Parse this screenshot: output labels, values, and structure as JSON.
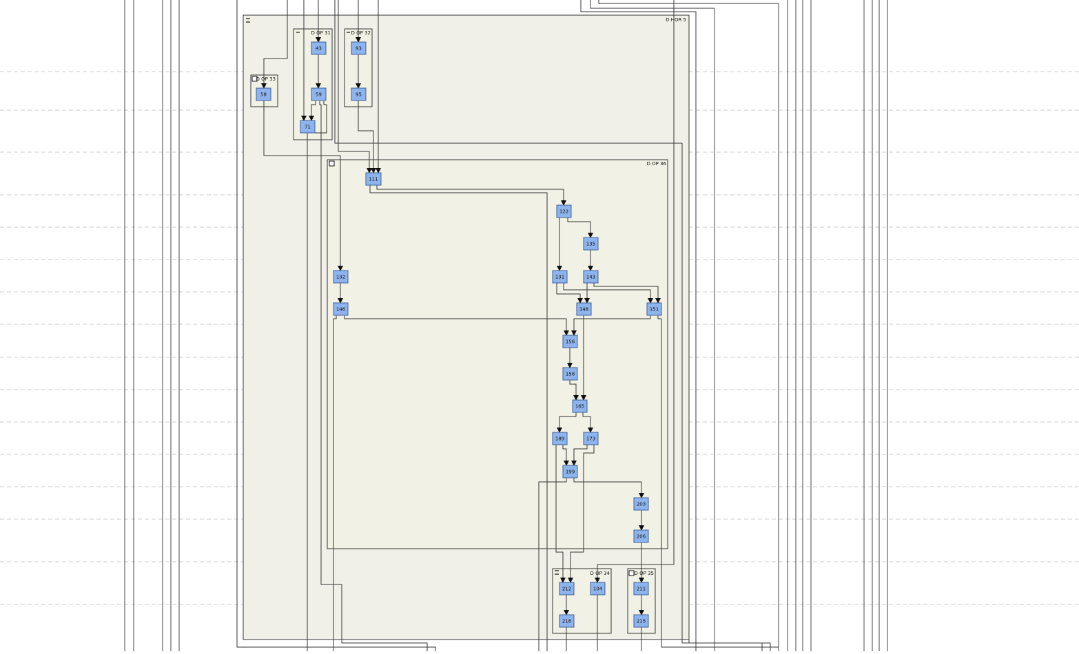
{
  "groups": {
    "dhor5": {
      "label": "D HOR 5",
      "state": "collapse"
    },
    "dop31": {
      "label": "D OP 31",
      "state": "collapse"
    },
    "dop32": {
      "label": "D OP 32",
      "state": "collapse"
    },
    "dop33": {
      "label": "D OP 33",
      "state": "expand"
    },
    "dop36": {
      "label": "D OP 36",
      "state": "expand"
    },
    "dop34": {
      "label": "D OP 34",
      "state": "collapse"
    },
    "dop35": {
      "label": "D OP 35",
      "state": "expand"
    }
  },
  "nodes": [
    "43",
    "59",
    "71",
    "93",
    "95",
    "58",
    "111",
    "122",
    "135",
    "131",
    "143",
    "132",
    "146",
    "148",
    "151",
    "156",
    "158",
    "165",
    "189",
    "173",
    "199",
    "203",
    "206",
    "212",
    "104",
    "216",
    "211",
    "215"
  ],
  "colors": {
    "node_fill": "#8db4ec",
    "node_stroke": "#3e5f96",
    "outer_group_fill": "#f1f0e8",
    "inner_group_fill": "#f2f1e5",
    "edge": "#333333",
    "lane_divider": "#cccccc"
  }
}
